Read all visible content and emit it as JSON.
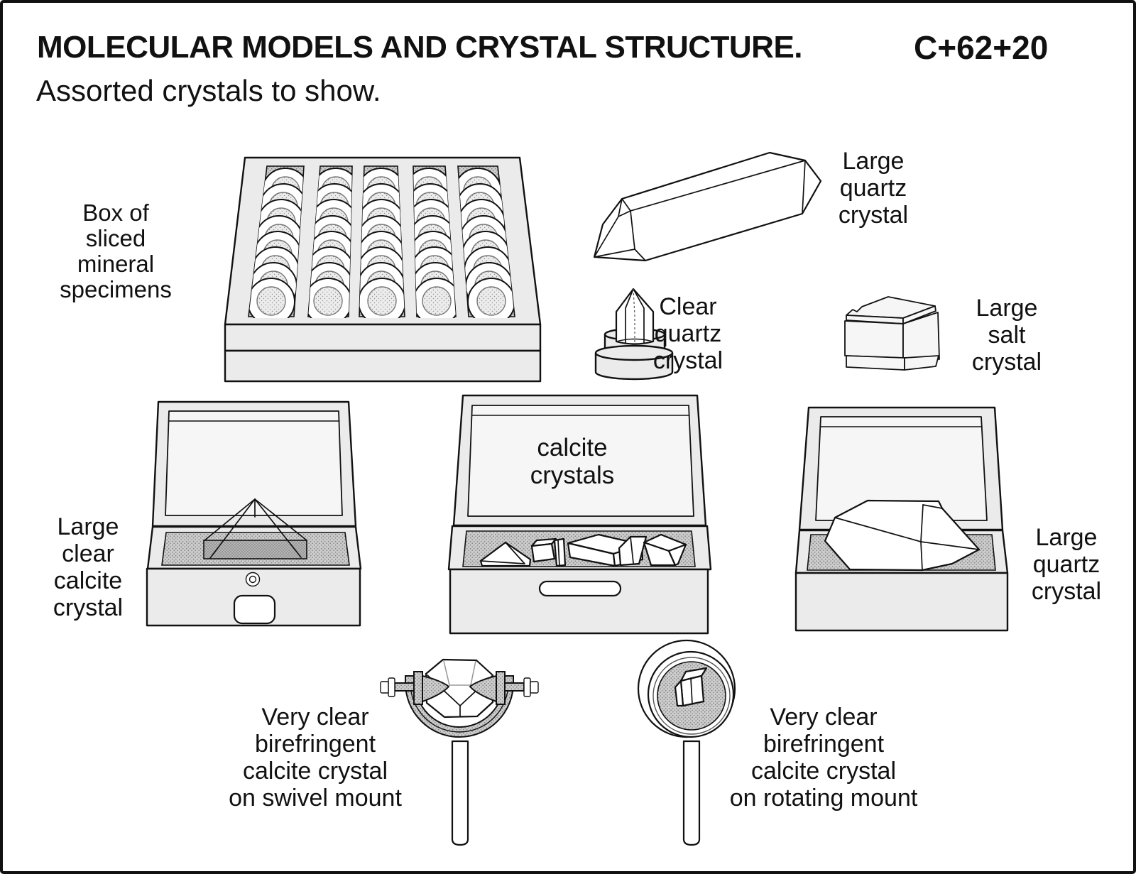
{
  "header": {
    "title": "MOLECULAR MODELS AND CRYSTAL STRUCTURE.",
    "code": "C+62+20",
    "subtitle": "Assorted crystals to show."
  },
  "labels": {
    "sliced_box": {
      "lines": [
        "Box of",
        "sliced",
        "mineral",
        "specimens"
      ]
    },
    "large_quartz_top": {
      "lines": [
        "Large",
        "quartz",
        "crystal"
      ]
    },
    "clear_quartz": {
      "lines": [
        "Clear",
        "quartz",
        "crystal"
      ]
    },
    "large_salt": {
      "lines": [
        "Large",
        "salt",
        "crystal"
      ]
    },
    "large_clear_calcite": {
      "lines": [
        "Large",
        "clear",
        "calcite",
        "crystal"
      ]
    },
    "calcite_crystals_lid": {
      "lines": [
        "calcite",
        "crystals"
      ]
    },
    "large_quartz_box": {
      "lines": [
        "Large",
        "quartz",
        "crystal"
      ]
    },
    "swivel_mount": {
      "lines": [
        "Very clear",
        "birefringent",
        "calcite crystal",
        "on swivel mount"
      ]
    },
    "rotating_mount": {
      "lines": [
        "Very clear",
        "birefringent",
        "calcite crystal",
        "on rotating mount"
      ]
    }
  },
  "colors": {
    "ink": "#111111",
    "paper": "#ffffff",
    "box-face": "#ebebeb",
    "panel": "#f6f6f6",
    "stipple-base": "#cccccc",
    "stipple-dot": "#7d7d7d",
    "slab-dark": "#b5b5b5"
  }
}
